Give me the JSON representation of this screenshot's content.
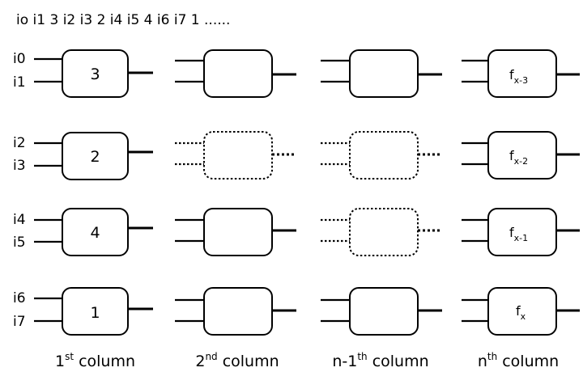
{
  "sequence": "io i1 3   i2 i3 2   i4 i5 4   i6 i7 1   ......",
  "columns": [
    {
      "label_num": "1",
      "label_sup": "st",
      "label_rest": " column"
    },
    {
      "label_num": "2",
      "label_sup": "nd",
      "label_rest": " column"
    },
    {
      "label_num": "n-1",
      "label_sup": "th",
      "label_rest": " column"
    },
    {
      "label_num": "n",
      "label_sup": "th",
      "label_rest": " column"
    }
  ],
  "rows": [
    {
      "inputs": [
        "i0",
        "i1"
      ],
      "value": "3",
      "f_base": "f",
      "f_sub": "x-3",
      "dotted": [
        false,
        false
      ]
    },
    {
      "inputs": [
        "i2",
        "i3"
      ],
      "value": "2",
      "f_base": "f",
      "f_sub": "x-2",
      "dotted": [
        true,
        true
      ]
    },
    {
      "inputs": [
        "i4",
        "i5"
      ],
      "value": "4",
      "f_base": "f",
      "f_sub": "x-1",
      "dotted": [
        false,
        true
      ]
    },
    {
      "inputs": [
        "i6",
        "i7"
      ],
      "value": "1",
      "f_base": "f",
      "f_sub": "x",
      "dotted": [
        false,
        false
      ]
    }
  ],
  "colors": {
    "stroke": "#000000",
    "background": "#ffffff"
  }
}
